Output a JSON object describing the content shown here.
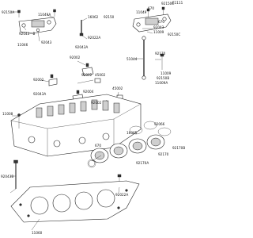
{
  "diagram": {
    "page_ref": "E1111",
    "labels": [
      {
        "id": "l1",
        "text": "92150A"
      },
      {
        "id": "l2",
        "text": "11049A"
      },
      {
        "id": "l3",
        "text": "92043—B"
      },
      {
        "id": "l4",
        "text": "11046"
      },
      {
        "id": "l5",
        "text": "92043"
      },
      {
        "id": "l6",
        "text": "16062"
      },
      {
        "id": "l7",
        "text": "92150"
      },
      {
        "id": "l8",
        "text": "92022A"
      },
      {
        "id": "l9",
        "text": "92043A"
      },
      {
        "id": "l10",
        "text": "92150C"
      },
      {
        "id": "l11",
        "text": "670"
      },
      {
        "id": "l12",
        "text": "11049"
      },
      {
        "id": "l13",
        "text": "670"
      },
      {
        "id": "l14",
        "text": "92150C"
      },
      {
        "id": "l15",
        "text": "11009"
      },
      {
        "id": "l16",
        "text": "92043"
      },
      {
        "id": "l17",
        "text": "92002"
      },
      {
        "id": "l18",
        "text": "92170"
      },
      {
        "id": "l19",
        "text": "51044"
      },
      {
        "id": "l20",
        "text": "92002"
      },
      {
        "id": "l21",
        "text": "45002"
      },
      {
        "id": "l22",
        "text": "11009"
      },
      {
        "id": "l23",
        "text": "92150B"
      },
      {
        "id": "l24",
        "text": "11009A"
      },
      {
        "id": "l25",
        "text": "92002"
      },
      {
        "id": "l26",
        "text": "92043A"
      },
      {
        "id": "l27",
        "text": "92004"
      },
      {
        "id": "l28",
        "text": "92002"
      },
      {
        "id": "l29",
        "text": "45002"
      },
      {
        "id": "l30",
        "text": "11008"
      },
      {
        "id": "l31",
        "text": "92066"
      },
      {
        "id": "l32",
        "text": "16065"
      },
      {
        "id": "l33",
        "text": "92170B"
      },
      {
        "id": "l34",
        "text": "92170"
      },
      {
        "id": "l35",
        "text": "92170A"
      },
      {
        "id": "l36",
        "text": "670"
      },
      {
        "id": "l37",
        "text": "92043B"
      },
      {
        "id": "l38",
        "text": "92022A"
      },
      {
        "id": "l39",
        "text": "11060"
      }
    ]
  }
}
